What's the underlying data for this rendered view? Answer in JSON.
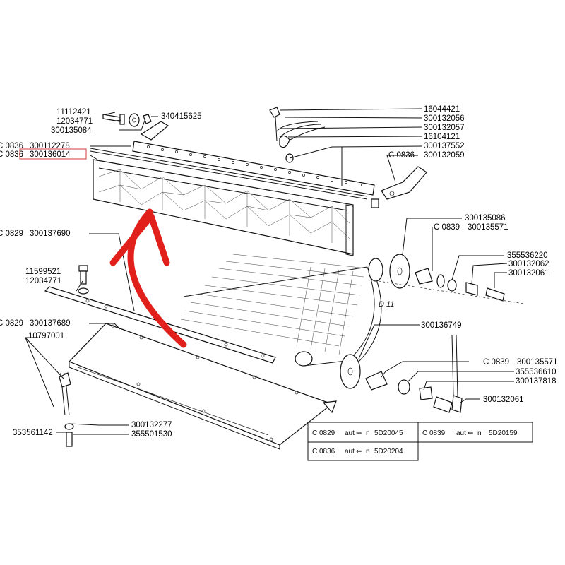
{
  "diagram": {
    "labels_left": {
      "l1": "11112421",
      "l2": "12034771",
      "l3": "300135084",
      "c0836a": "C 0836",
      "p1": "300112278",
      "c0836b": "C 0836",
      "p2": "300136014",
      "c0829a": "C 0829",
      "p3": "300137690",
      "l4": "11599521",
      "l5": "12034771",
      "c0829b": "C 0829",
      "p4": "300137689",
      "l6": "10797001",
      "l7": "353561142",
      "l8": "300132277",
      "l9": "355501530"
    },
    "labels_right": {
      "r0": "340415625",
      "r1": "16044421",
      "r2": "300132056",
      "r3": "300132057",
      "r4": "16104121",
      "r5": "300137552",
      "r6c": "C 0836",
      "r6": "300132059",
      "r7": "300135086",
      "r8c": "C 0839",
      "r8": "300135571",
      "r9": "355536220",
      "r10": "300132062",
      "r11": "300132061",
      "d11": "D 11",
      "r12": "300136749",
      "r13c": "C 0839",
      "r13": "300135571",
      "r14": "355536610",
      "r15": "300137818",
      "r16": "300132061"
    },
    "table": {
      "row1_left_code": "C 0829",
      "row1_left_aut": "aut",
      "row1_left_n": "n",
      "row1_left_val": "5D20045",
      "row1_right_code": "C 0839",
      "row1_right_aut": "aut",
      "row1_right_n": "n",
      "row1_right_val": "5D20159",
      "row2_code": "C 0836",
      "row2_aut": "aut",
      "row2_n": "n",
      "row2_val": "5D20204"
    },
    "colors": {
      "line": "#111111",
      "arrow": "#e1201b",
      "highlight": "#d23a3a"
    }
  }
}
